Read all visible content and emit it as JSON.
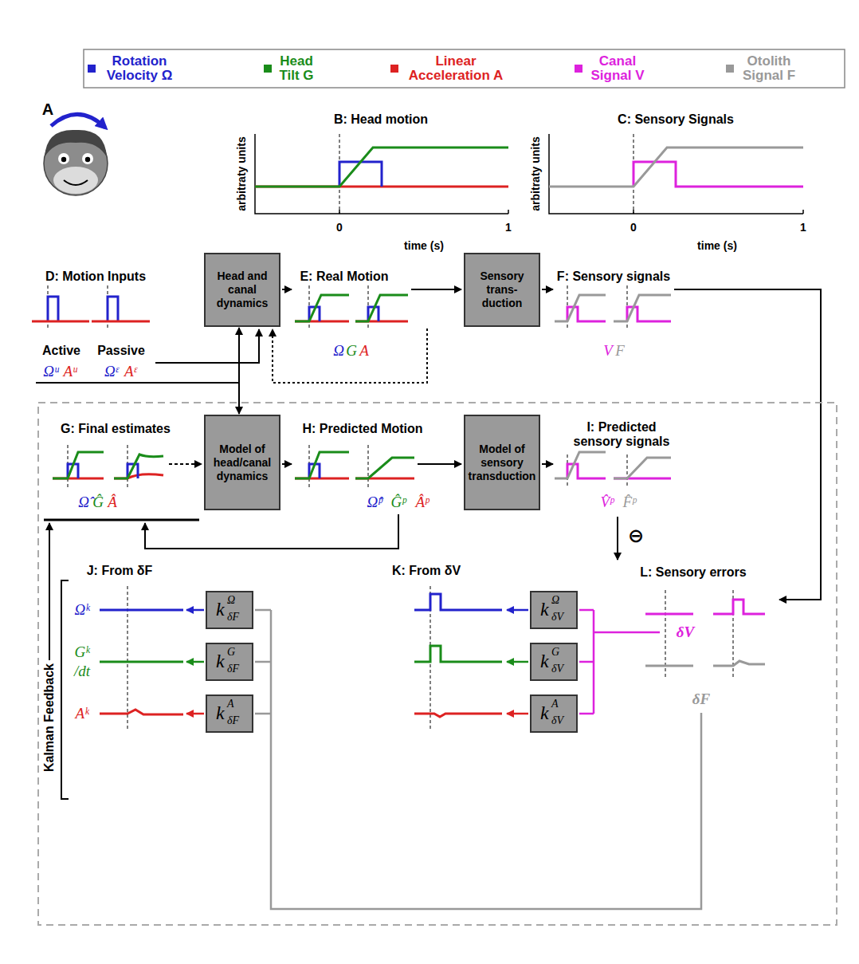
{
  "diagram": {
    "nodes": [
      {
        "text": [
          "Head and canal dynamics"
        ]
      },
      {
        "text": [
          "Sensory trans- duction"
        ]
      },
      {
        "text": [
          "Model of head/canal dynamics"
        ]
      },
      {
        "text": [
          "Model of sensory transduction"
        ]
      },
      {
        "text": [
          "k",
          "Ω",
          "δF"
        ]
      },
      {
        "text": [
          "k",
          "G",
          "δF"
        ]
      },
      {
        "text": [
          "k",
          "A",
          "δF"
        ]
      },
      {
        "text": [
          "k",
          "Ω",
          "δV"
        ]
      },
      {
        "text": [
          "k",
          "G",
          "δV"
        ]
      },
      {
        "text": [
          "k",
          "A",
          "δV"
        ]
      }
    ],
    "edges": [
      {
        "from": 0,
        "to": 2,
        "arrow": "both"
      }
    ],
    "labels": [
      "A",
      "B: Head motion",
      "arbitraty units",
      "0",
      "1",
      "time (s)",
      "C: Sensory Signals",
      "arbitraty units",
      "0",
      "1",
      "time (s)",
      "D: Motion Inputs",
      "Active",
      "Passive",
      "Ωᵘ",
      "Aᵘ",
      "Ωᵋ",
      "Aᵋ",
      "E: Real Motion",
      "Ω",
      "G",
      "A",
      "F: Sensory signals",
      "V",
      "F",
      "G: Final estimates",
      "Ω̂",
      "Ĝ",
      "Â",
      "H: Predicted Motion",
      "Ω̂ᵖ",
      "Ĝᵖ",
      "Âᵖ",
      "I: Predicted sensory signals",
      "V̂ᵖ",
      "F̂ᵖ",
      "⊖",
      "J: From δF",
      "K: From δV",
      "L: Sensory errors",
      "Kalman Feedback",
      "Ωᵏ",
      "Gᵏ",
      "/dt",
      "Aᵏ",
      "δV",
      "δF"
    ],
    "legend": [
      {
        "text": "Rotation Velocity Ω",
        "color": "#2222cc"
      },
      {
        "text": "Head Tilt G",
        "color": "#1a8c1a"
      },
      {
        "text": "Linear Acceleration A",
        "color": "#dd2222"
      },
      {
        "text": "Canal Signal V",
        "color": "#dd22dd"
      },
      {
        "text": "Otolith Signal F",
        "color": "#999999"
      }
    ]
  }
}
